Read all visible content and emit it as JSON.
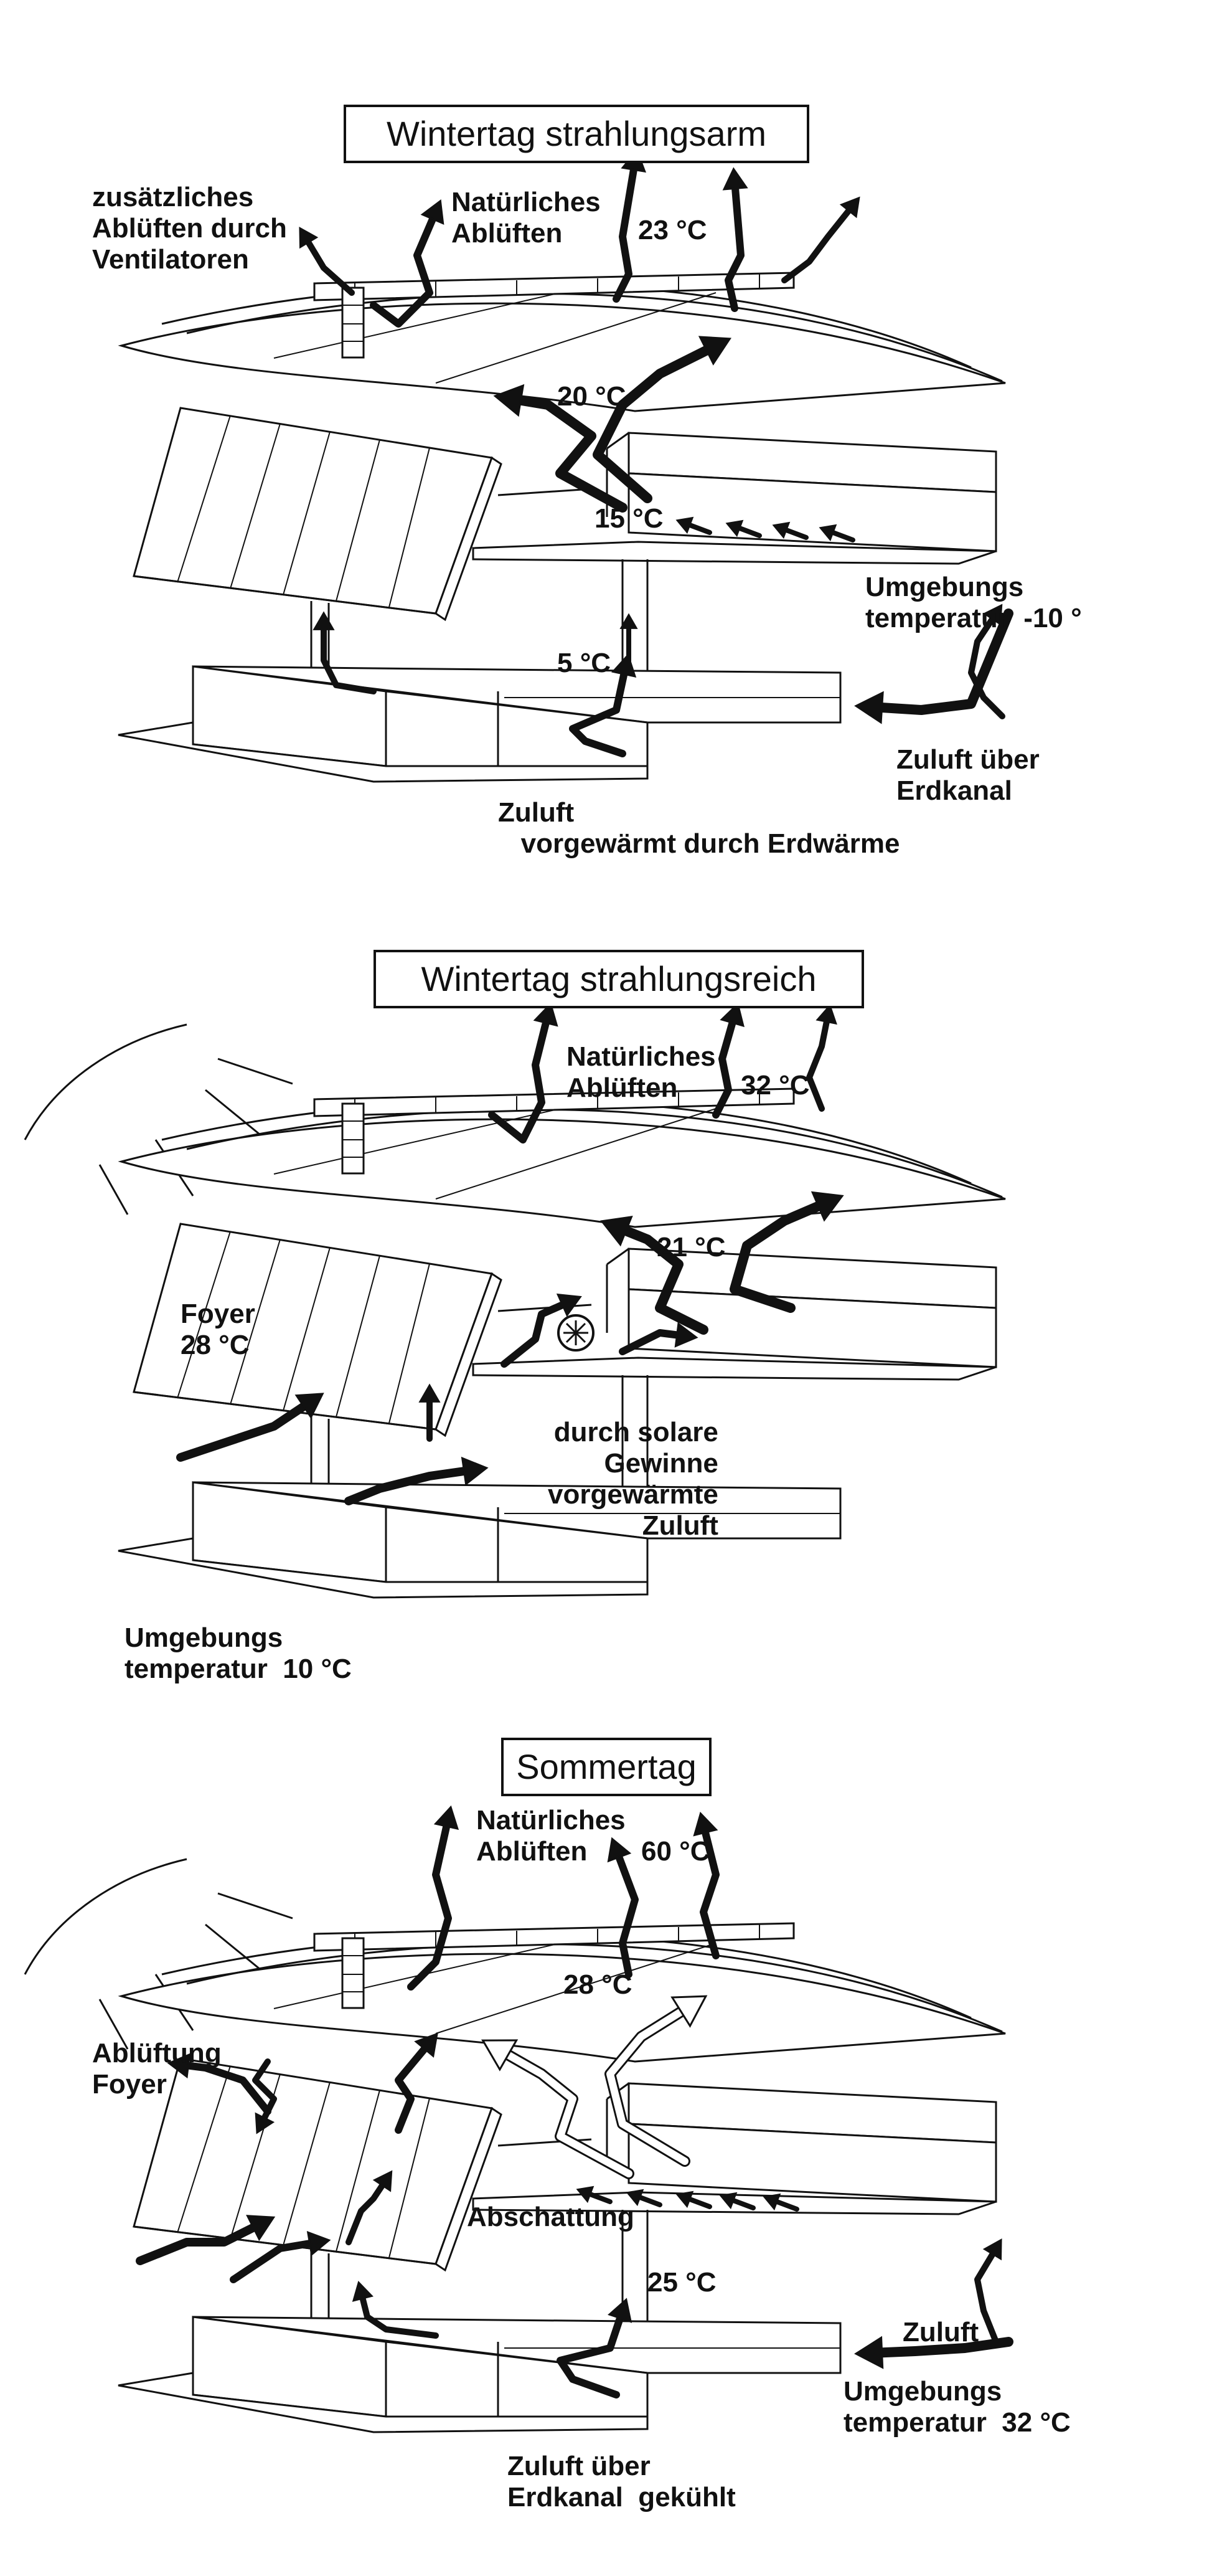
{
  "panels": [
    {
      "title": "Wintertag strahlungsarm",
      "label_extra_exhaust": "zusätzliches\nAblüften durch\nVentilatoren",
      "label_natural_exhaust": "Natürliches\nAblüften",
      "temp_roof": "23 °C",
      "temp_hall": "20 °C",
      "temp_floor": "15 °C",
      "label_ambient": "Umgebungs\ntemperatur  -10 °",
      "temp_ground": "5 °C",
      "label_intake_channel": "Zuluft über\nErdkanal",
      "label_intake_preheated": "Zuluft\n   vorgewärmt durch Erdwärme"
    },
    {
      "title": "Wintertag strahlungsreich",
      "label_natural_exhaust": "Natürliches\nAblüften",
      "temp_roof": "32 °C",
      "temp_hall": "21 °C",
      "label_foyer": "Foyer\n28 °C",
      "label_solar_intake": "durch solare\nGewinne\nvorgewärmte\nZuluft",
      "label_ambient": "Umgebungs\ntemperatur  10 °C"
    },
    {
      "title": "Sommertag",
      "label_natural_exhaust": "Natürliches\nAblüften",
      "temp_roof": "60 °C",
      "temp_hall": "28 °C",
      "label_foyer_exhaust": "Ablüftung\nFoyer",
      "label_shading": "Abschattung",
      "temp_ground": "25 °C",
      "label_intake": "Zuluft",
      "label_ambient": "Umgebungs\ntemperatur  32 °C",
      "label_intake_cooled": "Zuluft über\nErdkanal  gekühlt"
    }
  ]
}
